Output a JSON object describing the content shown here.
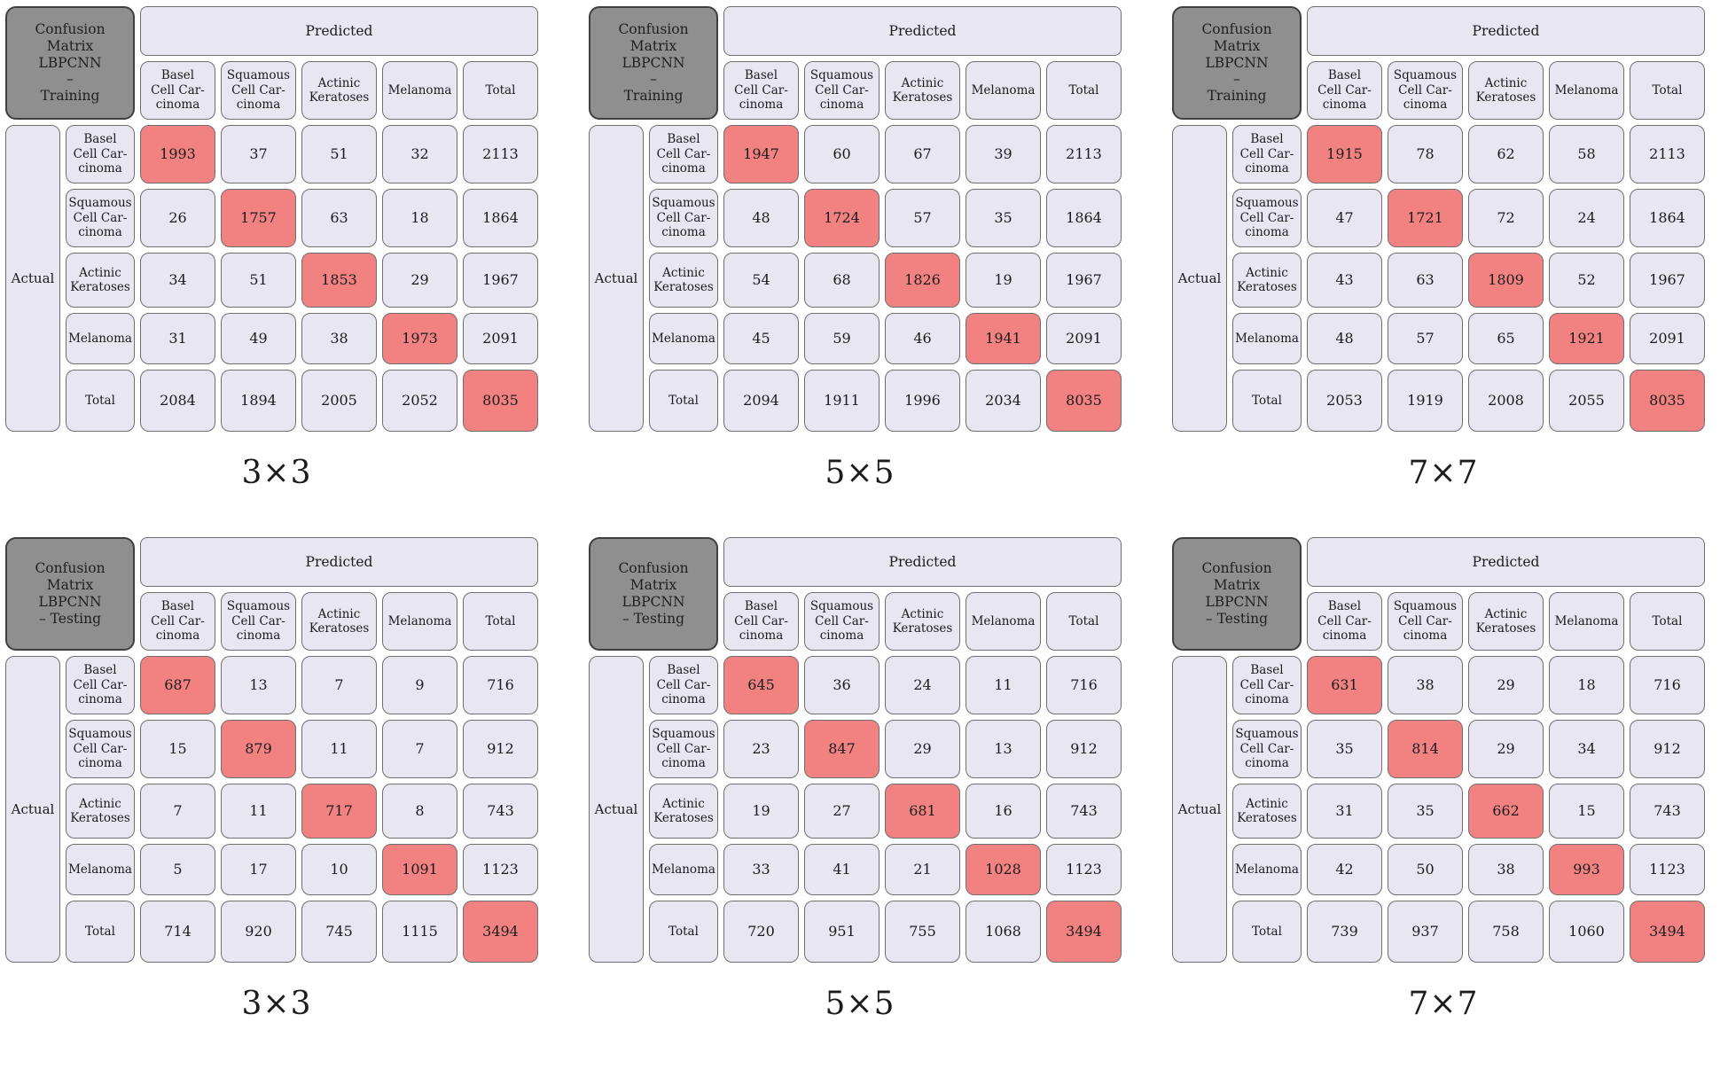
{
  "labels": {
    "predicted": "Predicted",
    "actual": "Actual",
    "total": "Total",
    "classes": [
      "Basel Cell Carcinoma",
      "Squamous Cell Carcinoma",
      "Actinic Keratoses",
      "Melanoma"
    ],
    "col_headers_display": [
      "Basel\nCell Car-\ncinoma",
      "Squamous\nCell Car-\ncinoma",
      "Actinic\nKeratoses",
      "Melanoma",
      "Total"
    ],
    "row_headers_display": [
      "Basel\nCell Car-\ncinoma",
      "Squamous\nCell Car-\ncinoma",
      "Actinic\nKeratoses",
      "Melanoma",
      "Total"
    ]
  },
  "colors": {
    "cell_bg": "#e8e6f1",
    "highlight_red": "#f28181",
    "title_bg": "#8f8f8f",
    "border": "#6f6f6f"
  },
  "chart_data": [
    {
      "type": "heatmap",
      "title": "Confusion Matrix LBPCNN – Training",
      "title_display": "Confusion\nMatrix\nLBPCNN\n–\nTraining",
      "caption": "3×3",
      "xlabel": "Predicted",
      "ylabel": "Actual",
      "categories": [
        "Basel Cell Carcinoma",
        "Squamous Cell Carcinoma",
        "Actinic Keratoses",
        "Melanoma"
      ],
      "matrix": [
        [
          1993,
          37,
          51,
          32
        ],
        [
          26,
          1757,
          63,
          18
        ],
        [
          34,
          51,
          1853,
          29
        ],
        [
          31,
          49,
          38,
          1973
        ]
      ],
      "row_totals": [
        2113,
        1864,
        1967,
        2091
      ],
      "col_totals": [
        2084,
        1894,
        2005,
        2052
      ],
      "grand_total": 8035
    },
    {
      "type": "heatmap",
      "title": "Confusion Matrix LBPCNN – Training",
      "title_display": "Confusion\nMatrix\nLBPCNN\n–\nTraining",
      "caption": "5×5",
      "xlabel": "Predicted",
      "ylabel": "Actual",
      "categories": [
        "Basel Cell Carcinoma",
        "Squamous Cell Carcinoma",
        "Actinic Keratoses",
        "Melanoma"
      ],
      "matrix": [
        [
          1947,
          60,
          67,
          39
        ],
        [
          48,
          1724,
          57,
          35
        ],
        [
          54,
          68,
          1826,
          19
        ],
        [
          45,
          59,
          46,
          1941
        ]
      ],
      "row_totals": [
        2113,
        1864,
        1967,
        2091
      ],
      "col_totals": [
        2094,
        1911,
        1996,
        2034
      ],
      "grand_total": 8035
    },
    {
      "type": "heatmap",
      "title": "Confusion Matrix LBPCNN – Training",
      "title_display": "Confusion\nMatrix\nLBPCNN\n–\nTraining",
      "caption": "7×7",
      "xlabel": "Predicted",
      "ylabel": "Actual",
      "categories": [
        "Basel Cell Carcinoma",
        "Squamous Cell Carcinoma",
        "Actinic Keratoses",
        "Melanoma"
      ],
      "matrix": [
        [
          1915,
          78,
          62,
          58
        ],
        [
          47,
          1721,
          72,
          24
        ],
        [
          43,
          63,
          1809,
          52
        ],
        [
          48,
          57,
          65,
          1921
        ]
      ],
      "row_totals": [
        2113,
        1864,
        1967,
        2091
      ],
      "col_totals": [
        2053,
        1919,
        2008,
        2055
      ],
      "grand_total": 8035
    },
    {
      "type": "heatmap",
      "title": "Confusion Matrix LBPCNN – Testing",
      "title_display": "Confusion\nMatrix\nLBPCNN\n– Testing",
      "caption": "3×3",
      "xlabel": "Predicted",
      "ylabel": "Actual",
      "categories": [
        "Basel Cell Carcinoma",
        "Squamous Cell Carcinoma",
        "Actinic Keratoses",
        "Melanoma"
      ],
      "matrix": [
        [
          687,
          13,
          7,
          9
        ],
        [
          15,
          879,
          11,
          7
        ],
        [
          7,
          11,
          717,
          8
        ],
        [
          5,
          17,
          10,
          1091
        ]
      ],
      "row_totals": [
        716,
        912,
        743,
        1123
      ],
      "col_totals": [
        714,
        920,
        745,
        1115
      ],
      "grand_total": 3494
    },
    {
      "type": "heatmap",
      "title": "Confusion Matrix LBPCNN – Testing",
      "title_display": "Confusion\nMatrix\nLBPCNN\n– Testing",
      "caption": "5×5",
      "xlabel": "Predicted",
      "ylabel": "Actual",
      "categories": [
        "Basel Cell Carcinoma",
        "Squamous Cell Carcinoma",
        "Actinic Keratoses",
        "Melanoma"
      ],
      "matrix": [
        [
          645,
          36,
          24,
          11
        ],
        [
          23,
          847,
          29,
          13
        ],
        [
          19,
          27,
          681,
          16
        ],
        [
          33,
          41,
          21,
          1028
        ]
      ],
      "row_totals": [
        716,
        912,
        743,
        1123
      ],
      "col_totals": [
        720,
        951,
        755,
        1068
      ],
      "grand_total": 3494
    },
    {
      "type": "heatmap",
      "title": "Confusion Matrix LBPCNN – Testing",
      "title_display": "Confusion\nMatrix\nLBPCNN\n– Testing",
      "caption": "7×7",
      "xlabel": "Predicted",
      "ylabel": "Actual",
      "categories": [
        "Basel Cell Carcinoma",
        "Squamous Cell Carcinoma",
        "Actinic Keratoses",
        "Melanoma"
      ],
      "matrix": [
        [
          631,
          38,
          29,
          18
        ],
        [
          35,
          814,
          29,
          34
        ],
        [
          31,
          35,
          662,
          15
        ],
        [
          42,
          50,
          38,
          993
        ]
      ],
      "row_totals": [
        716,
        912,
        743,
        1123
      ],
      "col_totals": [
        739,
        937,
        758,
        1060
      ],
      "grand_total": 3494
    }
  ]
}
